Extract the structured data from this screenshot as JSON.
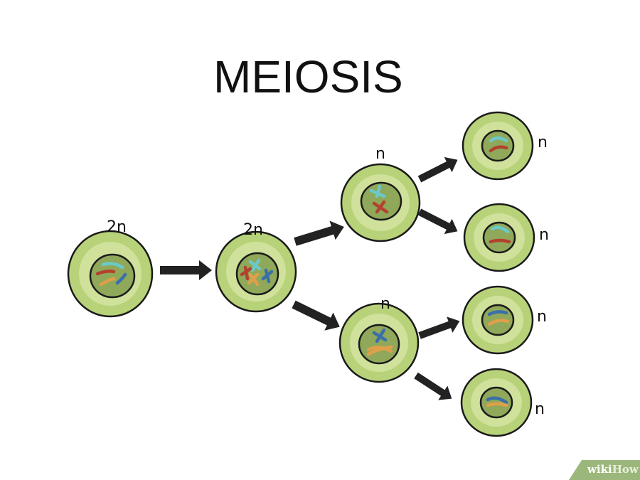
{
  "title": "MEIOSIS",
  "cells": [
    {
      "id": "parent",
      "label": "2n"
    },
    {
      "id": "replicated",
      "label": "2n"
    },
    {
      "id": "meiosis1-top",
      "label": "n"
    },
    {
      "id": "meiosis1-bottom",
      "label": "n"
    },
    {
      "id": "gamete-1",
      "label": "n"
    },
    {
      "id": "gamete-2",
      "label": "n"
    },
    {
      "id": "gamete-3",
      "label": "n"
    },
    {
      "id": "gamete-4",
      "label": "n"
    }
  ],
  "colors": {
    "cell": "#b8d27a",
    "nucleus": "#8fa85a",
    "cyan": "#6cc9c9",
    "red": "#b2422e",
    "orange": "#e0a04a",
    "blue": "#3a6fa8"
  },
  "logo": {
    "wiki": "wiki",
    "how": "How"
  }
}
